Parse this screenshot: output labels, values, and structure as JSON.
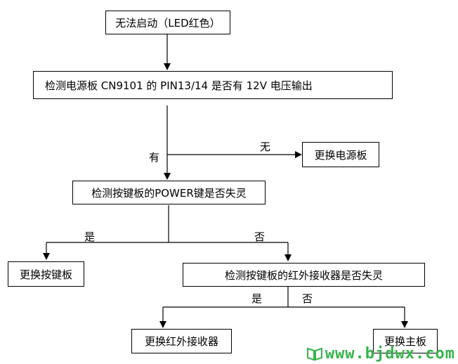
{
  "flowchart": {
    "nodes": {
      "start": "无法启动（LED红色）",
      "check_power_board": "检测电源板 CN9101 的 PIN13/14 是否有 12V 电压输出",
      "replace_power_board": "更换电源板",
      "check_power_key": "检测按键板的POWER键是否失灵",
      "replace_key_board": "更换按键板",
      "check_ir_receiver": "检测按键板的红外接收器是否失灵",
      "replace_ir_receiver": "更换红外接收器",
      "replace_main_board": "更换主板"
    },
    "edge_labels": {
      "has_voltage": "有",
      "no_voltage": "无",
      "key_faulty": "是",
      "key_ok": "否",
      "ir_faulty": "是",
      "ir_ok": "否"
    }
  },
  "watermark": {
    "text": "www.bjdwx.com",
    "color": "#36b34a"
  },
  "colors": {
    "line": "#000000",
    "box_border": "#000000",
    "background": "#ffffff"
  }
}
